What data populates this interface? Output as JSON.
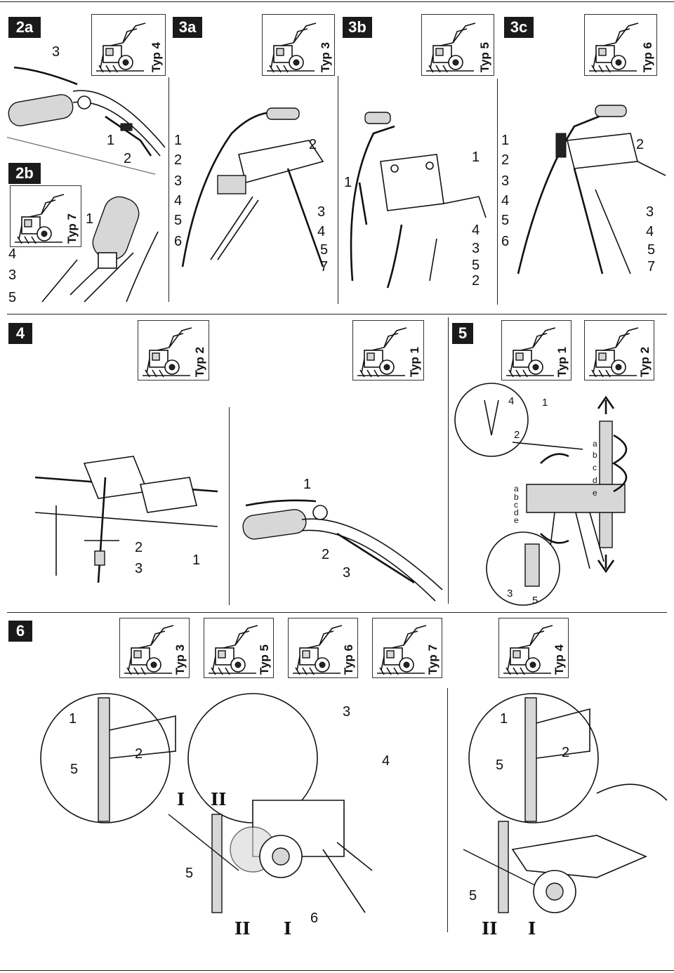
{
  "sections": {
    "s2a": "2a",
    "s2b": "2b",
    "s3a": "3a",
    "s3b": "3b",
    "s3c": "3c",
    "s4": "4",
    "s5": "5",
    "s6": "6"
  },
  "types": {
    "t2a": "Typ 4",
    "t2b": "Typ 7",
    "t3a": "Typ 3",
    "t3b": "Typ 5",
    "t3c": "Typ 6",
    "t4a": "Typ 2",
    "t4b": "Typ 1",
    "t5a": "Typ 1",
    "t5b": "Typ 2",
    "t6a": "Typ 3",
    "t6b": "Typ 5",
    "t6c": "Typ 6",
    "t6d": "Typ 7",
    "t6e": "Typ 4"
  },
  "callouts": {
    "n1": "1",
    "n2": "2",
    "n3": "3",
    "n4": "4",
    "n5": "5",
    "n6": "6",
    "n7": "7"
  },
  "positions": {
    "a": "a",
    "b": "b",
    "c": "c",
    "d": "d",
    "e": "e"
  },
  "roman": {
    "r1": "I",
    "r2": "II"
  }
}
